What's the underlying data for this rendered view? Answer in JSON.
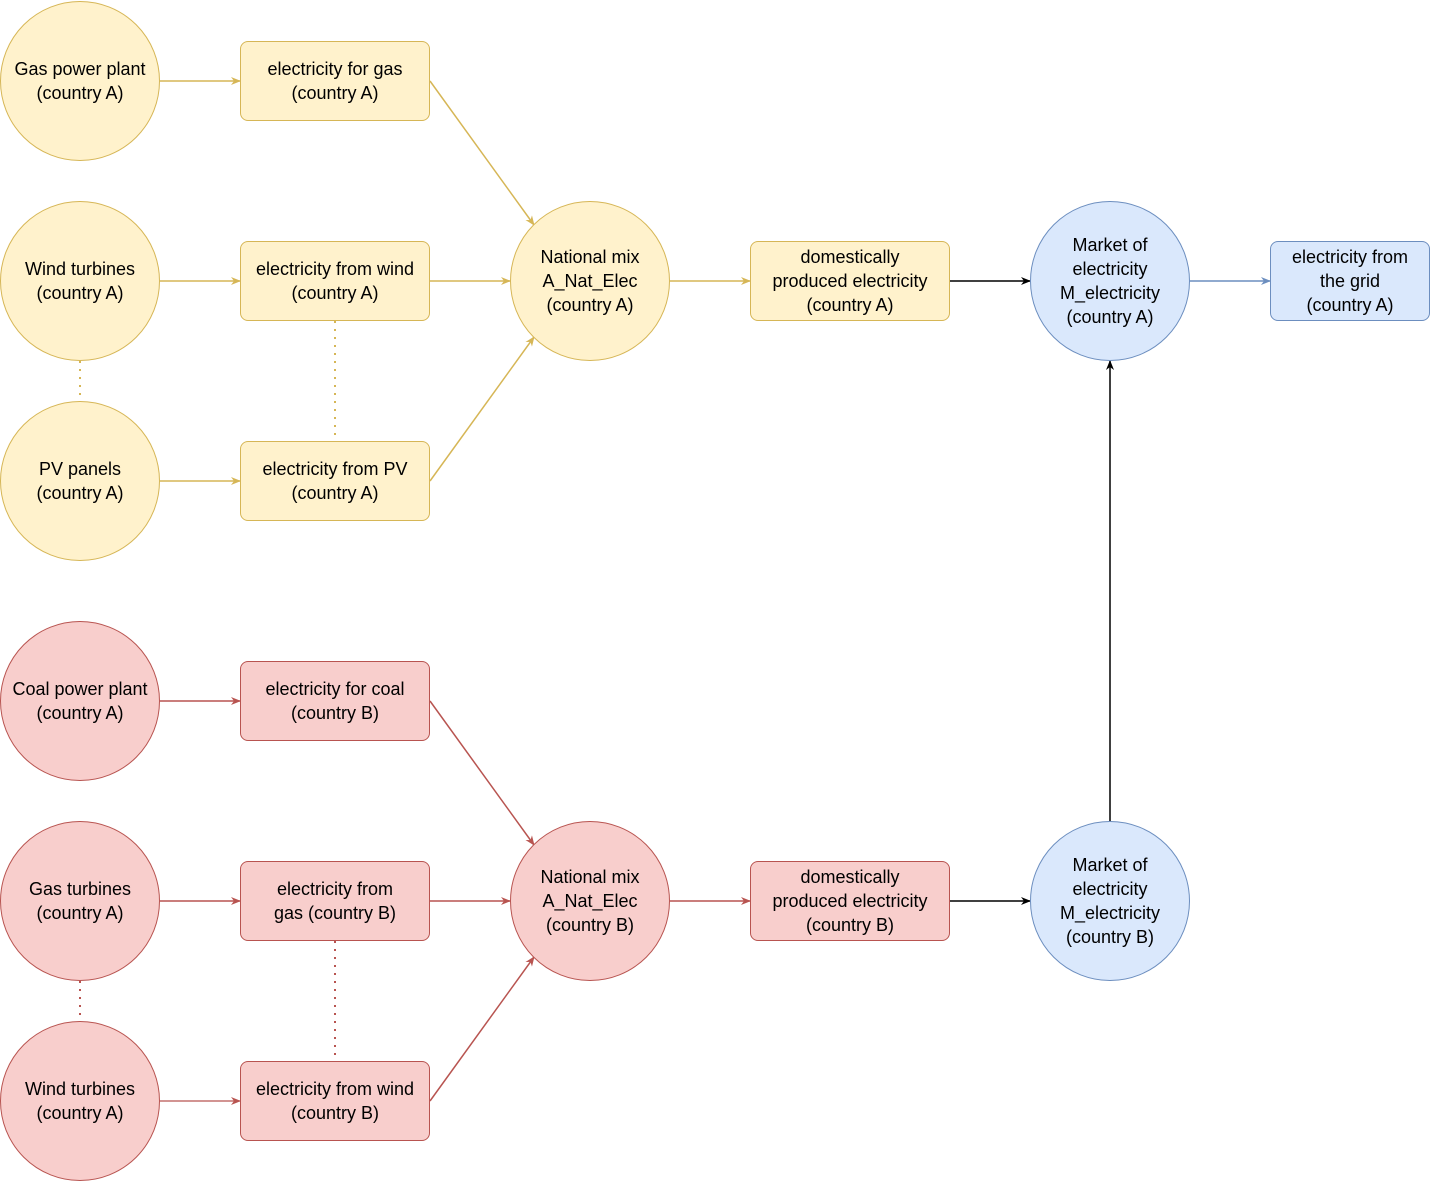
{
  "colors": {
    "yellow_fill": "#fff2cc",
    "yellow_stroke": "#d6b656",
    "red_fill": "#f8cecc",
    "red_stroke": "#b85450",
    "blue_fill": "#dae8fc",
    "blue_stroke": "#6c8ebf",
    "black": "#000000"
  },
  "nodes": {
    "gas_plant_a": [
      "Gas power plant",
      "(country A)"
    ],
    "elec_gas_a": [
      "electricity for gas",
      "(country A)"
    ],
    "wind_turbines_a": [
      "Wind turbines",
      "(country A)"
    ],
    "elec_wind_a": [
      "electricity from wind",
      "(country A)"
    ],
    "pv_panels_a": [
      "PV panels",
      "(country A)"
    ],
    "elec_pv_a": [
      "electricity from PV",
      "(country A)"
    ],
    "nat_mix_a": [
      "National mix",
      "A_Nat_Elec",
      "(country A)"
    ],
    "domestic_a": [
      "domestically",
      "produced electricity",
      "(country A)"
    ],
    "market_a": [
      "Market of",
      "electricity",
      "M_electricity",
      "(country A)"
    ],
    "grid_a": [
      "electricity from",
      "the grid",
      "(country A)"
    ],
    "coal_plant_b": [
      "Coal power plant",
      "(country A)"
    ],
    "elec_coal_b": [
      "electricity for coal",
      "(country B)"
    ],
    "gas_turbines_b": [
      "Gas turbines",
      "(country A)"
    ],
    "elec_gas_b": [
      "electricity from",
      "gas (country B)"
    ],
    "wind_turbines_b": [
      "Wind turbines",
      "(country A)"
    ],
    "elec_wind_b": [
      "electricity from wind",
      "(country B)"
    ],
    "nat_mix_b": [
      "National mix",
      "A_Nat_Elec",
      "(country B)"
    ],
    "domestic_b": [
      "domestically",
      "produced electricity",
      "(country B)"
    ],
    "market_b": [
      "Market of",
      "electricity",
      "M_electricity",
      "(country B)"
    ]
  }
}
